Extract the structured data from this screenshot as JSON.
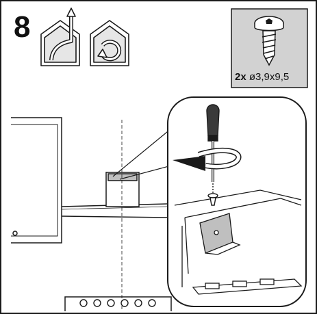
{
  "step": {
    "number": "8"
  },
  "modes": [
    {
      "icon": "ducted-exhaust-house-icon"
    },
    {
      "icon": "recirculation-house-icon"
    }
  ],
  "screw": {
    "icon": "torx-screw-icon",
    "quantity": "2x",
    "size": "ø3,9x9,5"
  },
  "illustration": {
    "icons": [
      "hood-chimney-icon",
      "detail-magnifier-icon",
      "screwdriver-icon",
      "rotate-arrow-icon",
      "bracket-icon"
    ]
  },
  "colors": {
    "line": "#1a1a1a",
    "panel": "#d2d2d2",
    "highlight": "#bfbfbf"
  }
}
